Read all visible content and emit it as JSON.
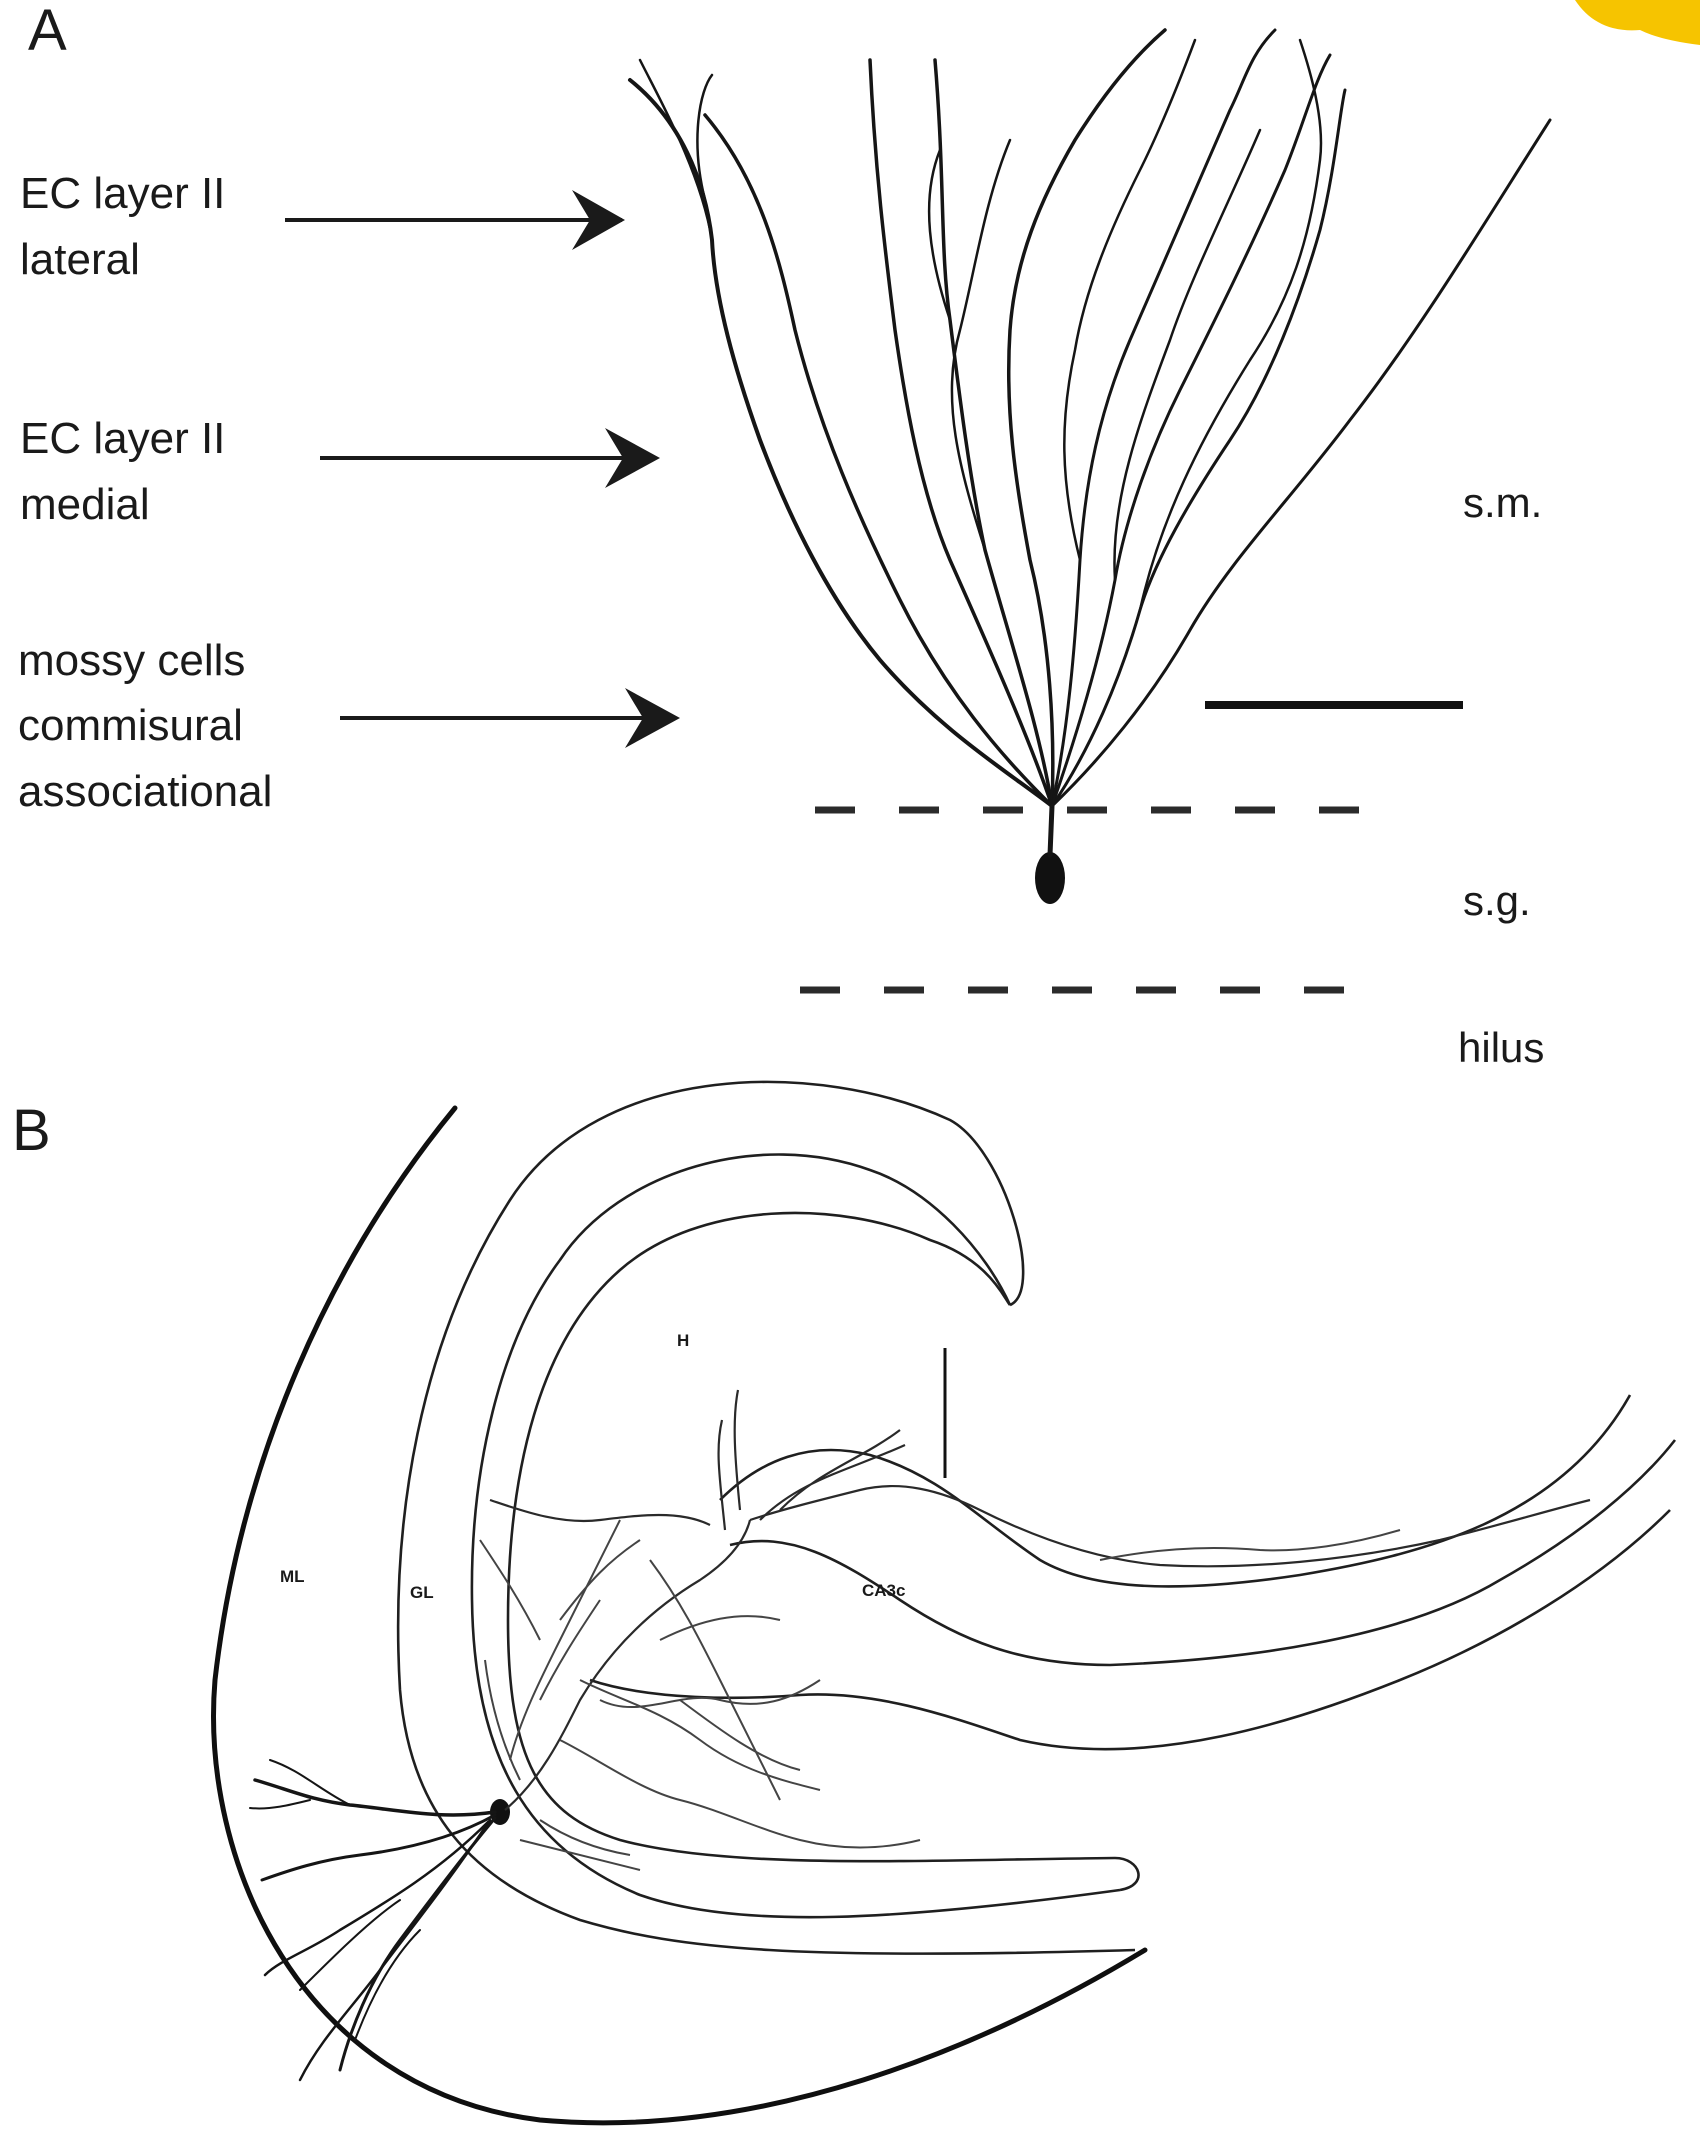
{
  "panel_a": {
    "letter": "A",
    "inputs": [
      {
        "lines": [
          "EC layer II",
          "lateral"
        ]
      },
      {
        "lines": [
          "EC layer II",
          "medial"
        ]
      },
      {
        "lines": [
          "mossy cells",
          "commisural",
          "associational"
        ]
      }
    ],
    "layers": {
      "sm": "s.m.",
      "sg": "s.g.",
      "hilus": "hilus"
    }
  },
  "panel_b": {
    "letter": "B",
    "regions": {
      "ml": "ML",
      "gl": "GL",
      "h": "H",
      "ca3c": "CA3c"
    }
  }
}
